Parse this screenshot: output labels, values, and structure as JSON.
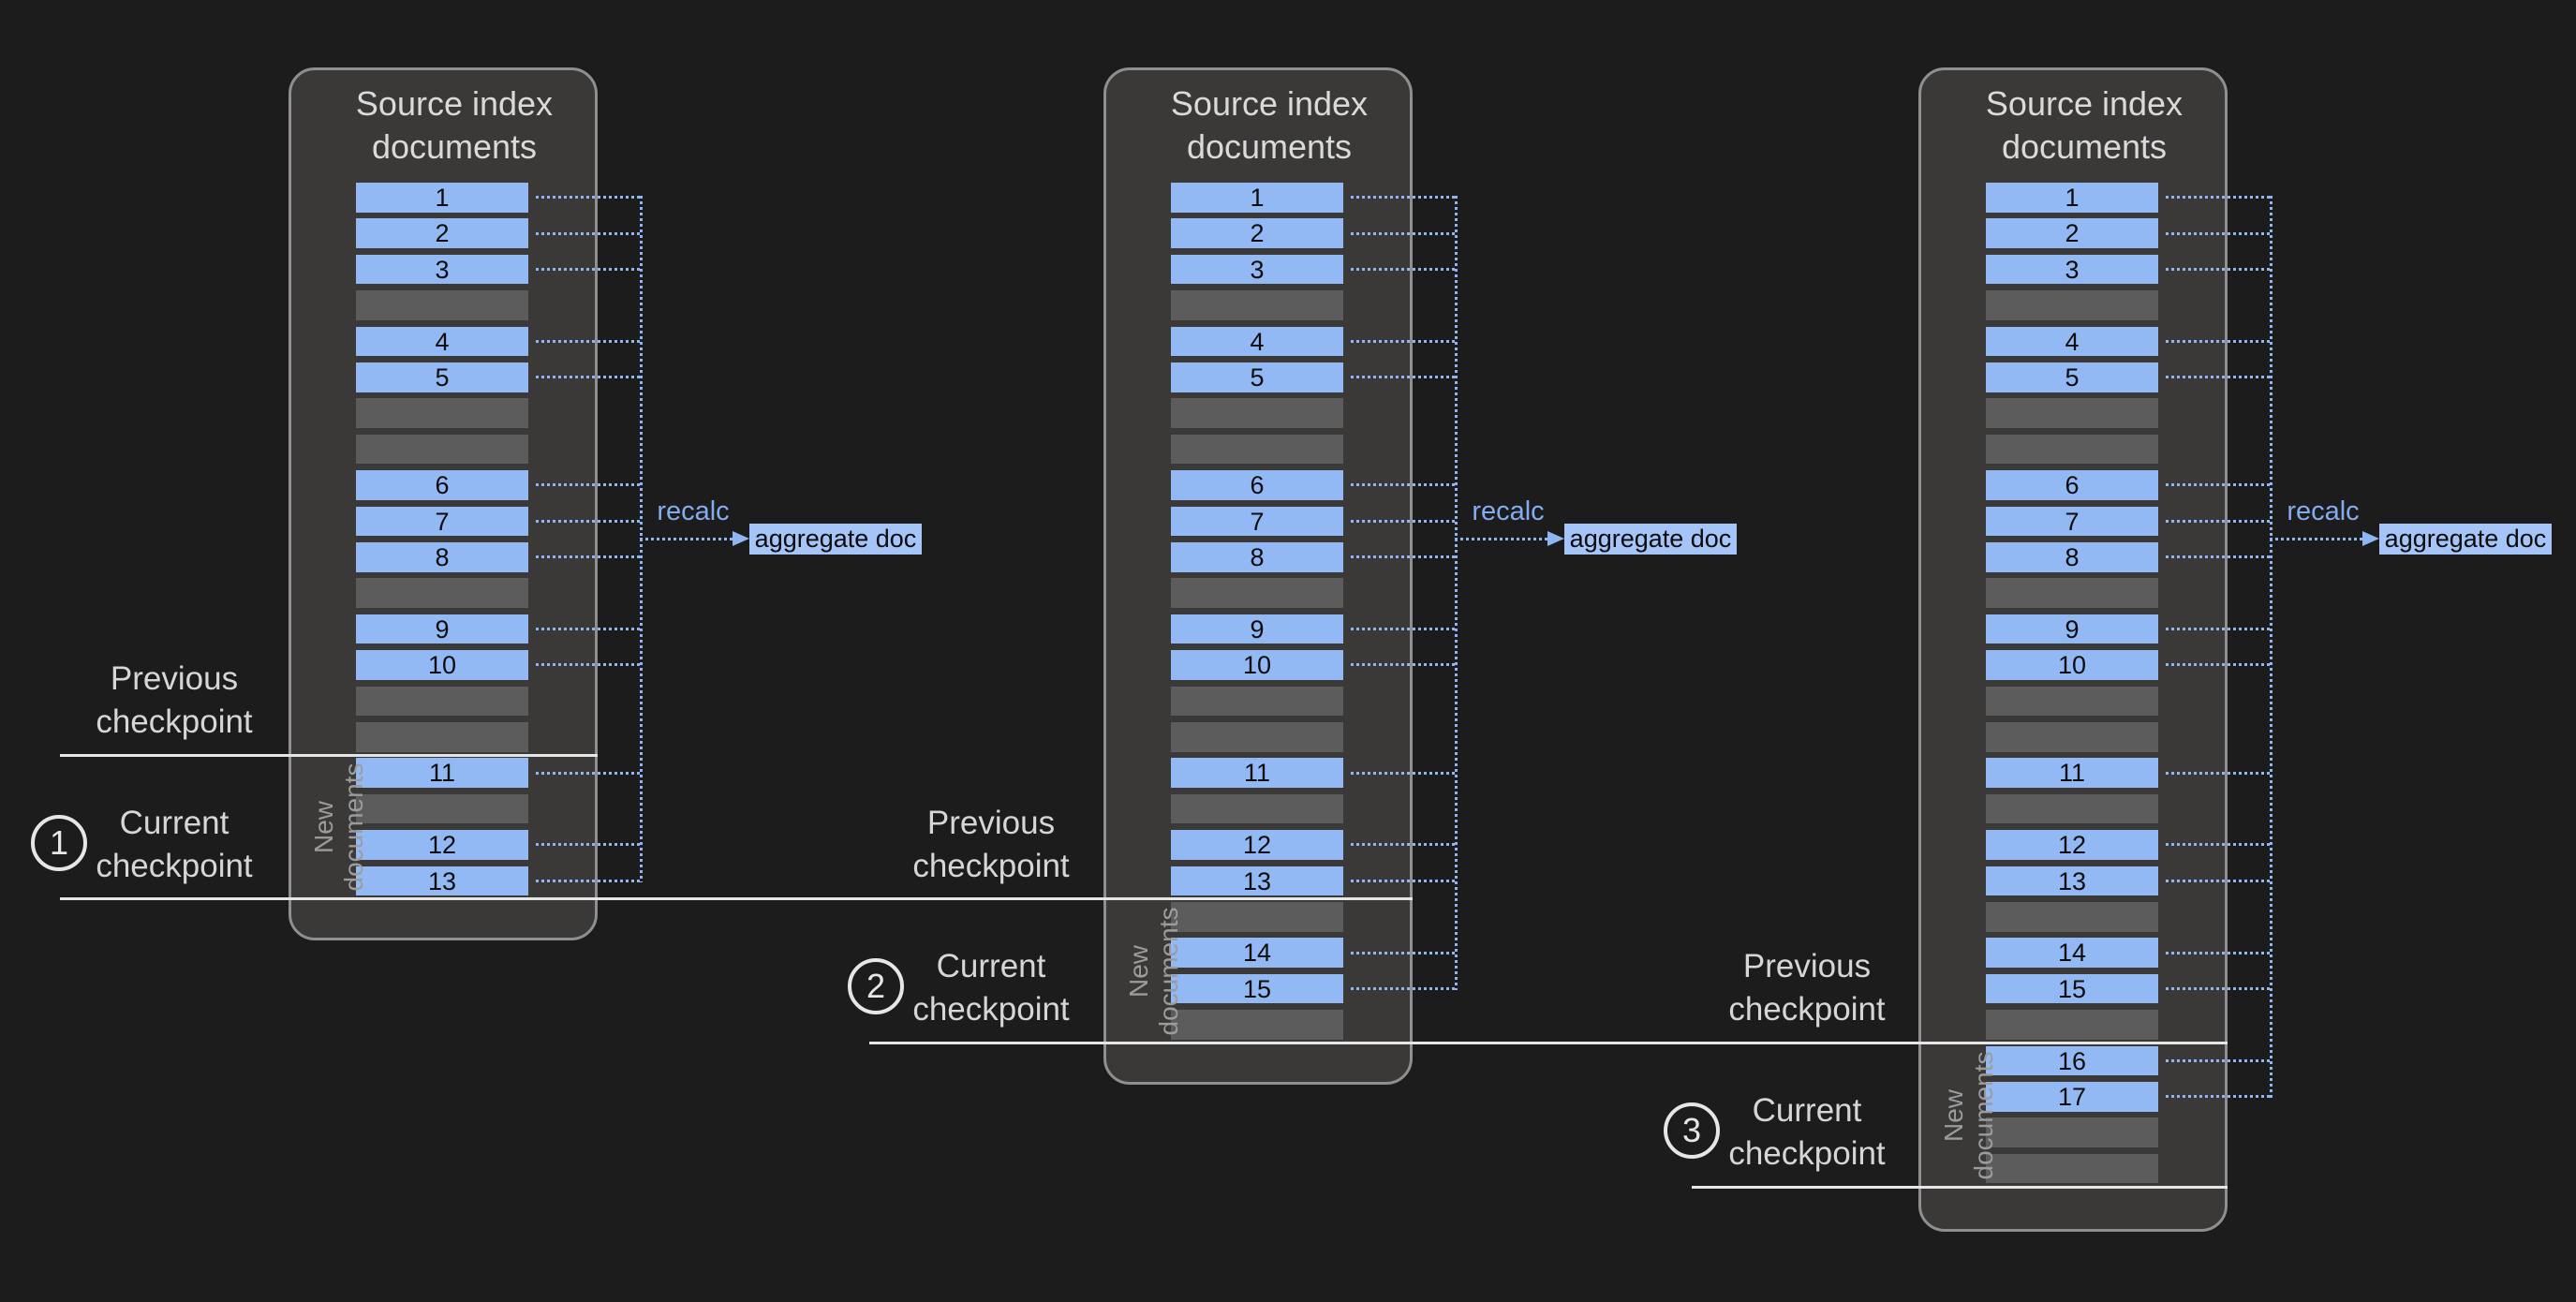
{
  "diagram": {
    "description": "Transform checkpoints diagram with three source index panels",
    "background": "#1c1c1c"
  },
  "colors": {
    "doc_block": "#92b9f4",
    "placeholder_block": "#5c5c5c",
    "connector_dotted": "#8eb6f2",
    "recalc_text": "#84acf0",
    "aggregate_badge_bg": "#a5c4f7",
    "checkpoint_line": "#e6e6e6",
    "label_text": "#d6d6d6",
    "panel_bg": "#3a3938",
    "panel_border": "#8f8f8f"
  },
  "panels": [
    {
      "title": "Source index documents",
      "rows": [
        "1",
        "2",
        "3",
        "",
        "4",
        "5",
        "",
        "",
        "6",
        "7",
        "8",
        "",
        "9",
        "10",
        "",
        "",
        "11",
        "",
        "12",
        "13"
      ],
      "recalc_label": "recalc",
      "aggregate_label": "aggregate doc",
      "new_documents_label": "New documents"
    },
    {
      "title": "Source index documents",
      "rows": [
        "1",
        "2",
        "3",
        "",
        "4",
        "5",
        "",
        "",
        "6",
        "7",
        "8",
        "",
        "9",
        "10",
        "",
        "",
        "11",
        "",
        "12",
        "13",
        "",
        "14",
        "15",
        ""
      ],
      "recalc_label": "recalc",
      "aggregate_label": "aggregate doc",
      "new_documents_label": "New documents"
    },
    {
      "title": "Source index documents",
      "rows": [
        "1",
        "2",
        "3",
        "",
        "4",
        "5",
        "",
        "",
        "6",
        "7",
        "8",
        "",
        "9",
        "10",
        "",
        "",
        "11",
        "",
        "12",
        "13",
        "",
        "14",
        "15",
        "",
        "16",
        "17",
        "",
        ""
      ],
      "recalc_label": "recalc",
      "aggregate_label": "aggregate doc",
      "new_documents_label": "New documents"
    }
  ],
  "checkpoints": [
    {
      "previous_label": "Previous checkpoint"
    },
    {
      "number": "1",
      "current_label": "Current checkpoint",
      "previous_label": "Previous checkpoint"
    },
    {
      "number": "2",
      "current_label": "Current checkpoint",
      "previous_label": "Previous checkpoint"
    },
    {
      "number": "3",
      "current_label": "Current checkpoint"
    }
  ]
}
